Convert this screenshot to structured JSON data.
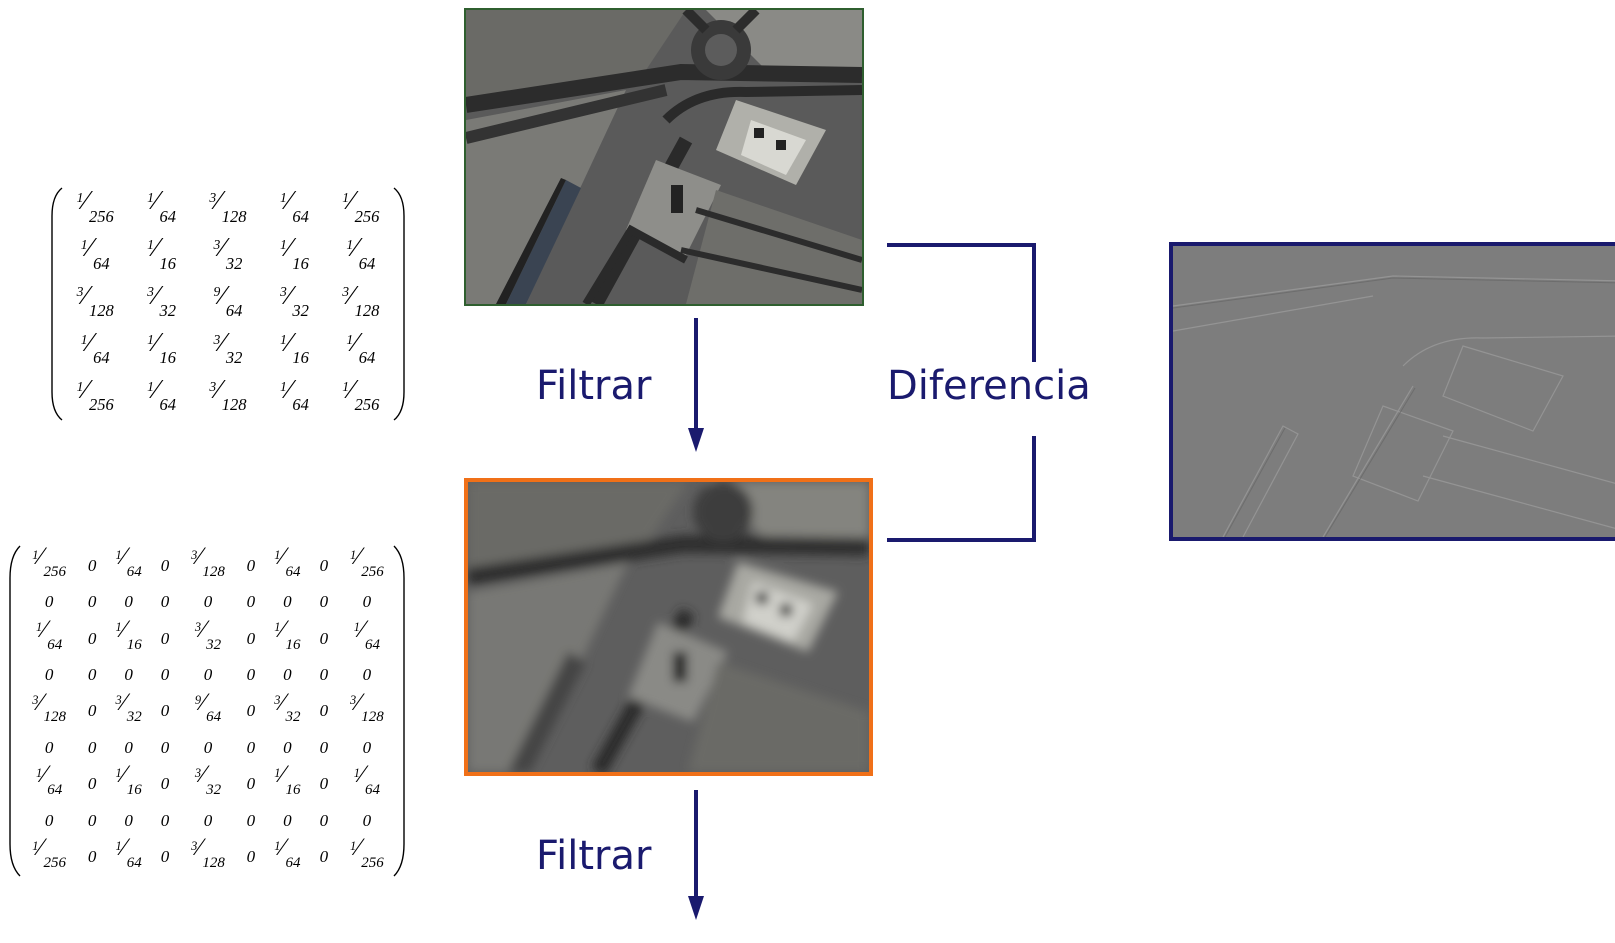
{
  "labels": {
    "filter_1": "Filtrar",
    "filter_2": "Filtrar",
    "difference": "Diferencia"
  },
  "kernel_5x5": [
    [
      [
        "1",
        "256"
      ],
      [
        "1",
        "64"
      ],
      [
        "3",
        "128"
      ],
      [
        "1",
        "64"
      ],
      [
        "1",
        "256"
      ]
    ],
    [
      [
        "1",
        "64"
      ],
      [
        "1",
        "16"
      ],
      [
        "3",
        "32"
      ],
      [
        "1",
        "16"
      ],
      [
        "1",
        "64"
      ]
    ],
    [
      [
        "3",
        "128"
      ],
      [
        "3",
        "32"
      ],
      [
        "9",
        "64"
      ],
      [
        "3",
        "32"
      ],
      [
        "3",
        "128"
      ]
    ],
    [
      [
        "1",
        "64"
      ],
      [
        "1",
        "16"
      ],
      [
        "3",
        "32"
      ],
      [
        "1",
        "16"
      ],
      [
        "1",
        "64"
      ]
    ],
    [
      [
        "1",
        "256"
      ],
      [
        "1",
        "64"
      ],
      [
        "3",
        "128"
      ],
      [
        "1",
        "64"
      ],
      [
        "1",
        "256"
      ]
    ]
  ],
  "kernel_9x9": [
    [
      [
        "1",
        "256"
      ],
      "0",
      [
        "1",
        "64"
      ],
      "0",
      [
        "3",
        "128"
      ],
      "0",
      [
        "1",
        "64"
      ],
      "0",
      [
        "1",
        "256"
      ]
    ],
    [
      "0",
      "0",
      "0",
      "0",
      "0",
      "0",
      "0",
      "0",
      "0"
    ],
    [
      [
        "1",
        "64"
      ],
      "0",
      [
        "1",
        "16"
      ],
      "0",
      [
        "3",
        "32"
      ],
      "0",
      [
        "1",
        "16"
      ],
      "0",
      [
        "1",
        "64"
      ]
    ],
    [
      "0",
      "0",
      "0",
      "0",
      "0",
      "0",
      "0",
      "0",
      "0"
    ],
    [
      [
        "3",
        "128"
      ],
      "0",
      [
        "3",
        "32"
      ],
      "0",
      [
        "9",
        "64"
      ],
      "0",
      [
        "3",
        "32"
      ],
      "0",
      [
        "3",
        "128"
      ]
    ],
    [
      "0",
      "0",
      "0",
      "0",
      "0",
      "0",
      "0",
      "0",
      "0"
    ],
    [
      [
        "1",
        "64"
      ],
      "0",
      [
        "1",
        "16"
      ],
      "0",
      [
        "3",
        "32"
      ],
      "0",
      [
        "1",
        "16"
      ],
      "0",
      [
        "1",
        "64"
      ]
    ],
    [
      "0",
      "0",
      "0",
      "0",
      "0",
      "0",
      "0",
      "0",
      "0"
    ],
    [
      [
        "1",
        "256"
      ],
      "0",
      [
        "1",
        "64"
      ],
      "0",
      [
        "3",
        "128"
      ],
      "0",
      [
        "1",
        "64"
      ],
      "0",
      [
        "1",
        "256"
      ]
    ]
  ],
  "colors": {
    "accent": "#1a1a6e",
    "original_border": "#2f5f2f",
    "filtered_border": "#f07018",
    "difference_border": "#1a1a6e"
  }
}
